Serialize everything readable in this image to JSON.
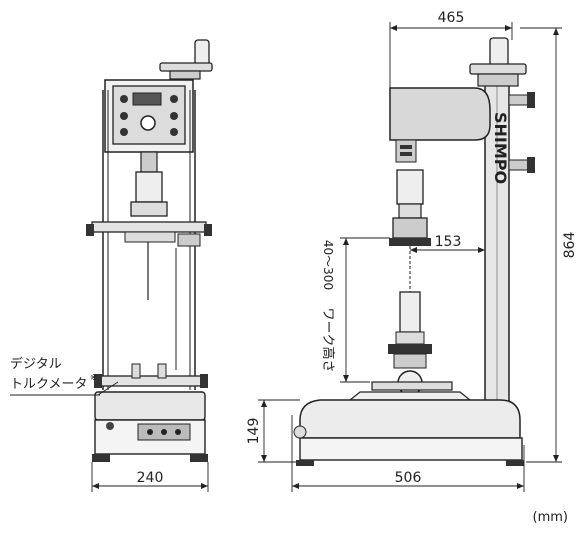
{
  "dimensions": {
    "front_width": "240",
    "side_depth": "465",
    "side_total_depth": "506",
    "height_total": "864",
    "base_height": "149",
    "throat": "153",
    "work_height": "40～300"
  },
  "labels": {
    "work_height_caption": "ワーク高さ",
    "meter_line1": "デジタル",
    "meter_line2": "トルクメータ",
    "meter_note": "※",
    "brand": "SHIMPO",
    "unit": "(mm)"
  },
  "colors": {
    "ink": "#222222",
    "panel": "#e9e9e9",
    "dark": "#2b2b2b",
    "metal": "#c8c8c8"
  }
}
